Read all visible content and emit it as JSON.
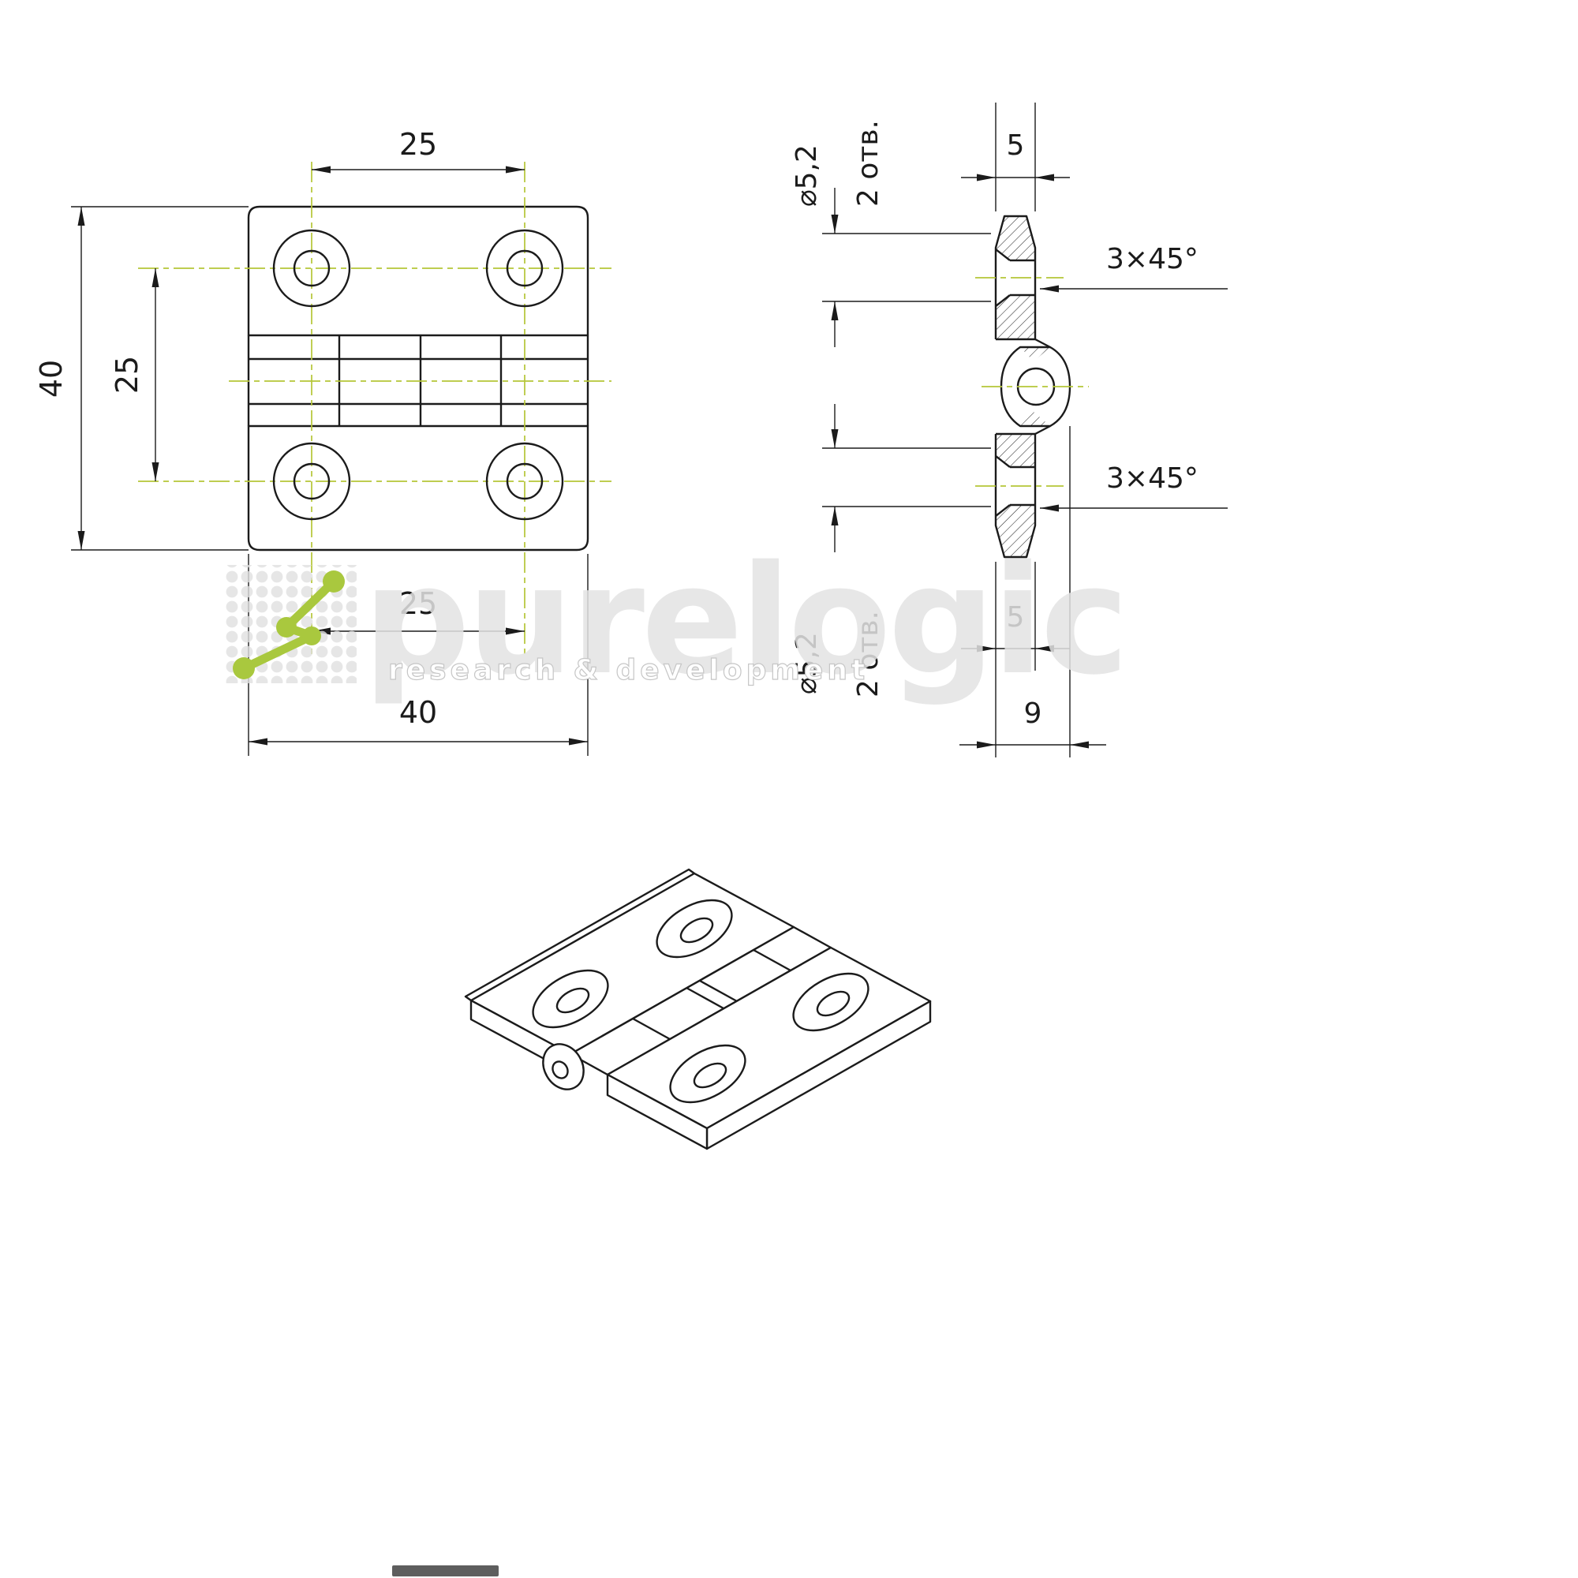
{
  "page": {
    "background": "#ffffff"
  },
  "front_view": {
    "dim_hole_spacing_top": "25",
    "dim_overall_height": "40",
    "dim_hole_spacing_vertical": "25",
    "dim_hole_spacing_bottom": "25",
    "dim_overall_width": "40"
  },
  "side_view": {
    "dim_leaf_thickness_top": "5",
    "dim_hole_diameter_top": "⌀5,2",
    "dim_hole_count_top": "2 отв.",
    "dim_chamfer_top": "3×45°",
    "dim_chamfer_bottom": "3×45°",
    "dim_hole_diameter_bottom": "⌀5,2",
    "dim_hole_count_bottom": "2 отв.",
    "dim_leaf_thickness_bottom": "5",
    "dim_overall_depth": "9"
  },
  "watermark": {
    "brand": "purelogic",
    "tagline": "research & development",
    "accent_color": "#a9c83e",
    "text_color": "#e3e3e3"
  },
  "colors": {
    "line": "#1b1b1b",
    "centerline": "#b5c637",
    "background": "#ffffff"
  }
}
